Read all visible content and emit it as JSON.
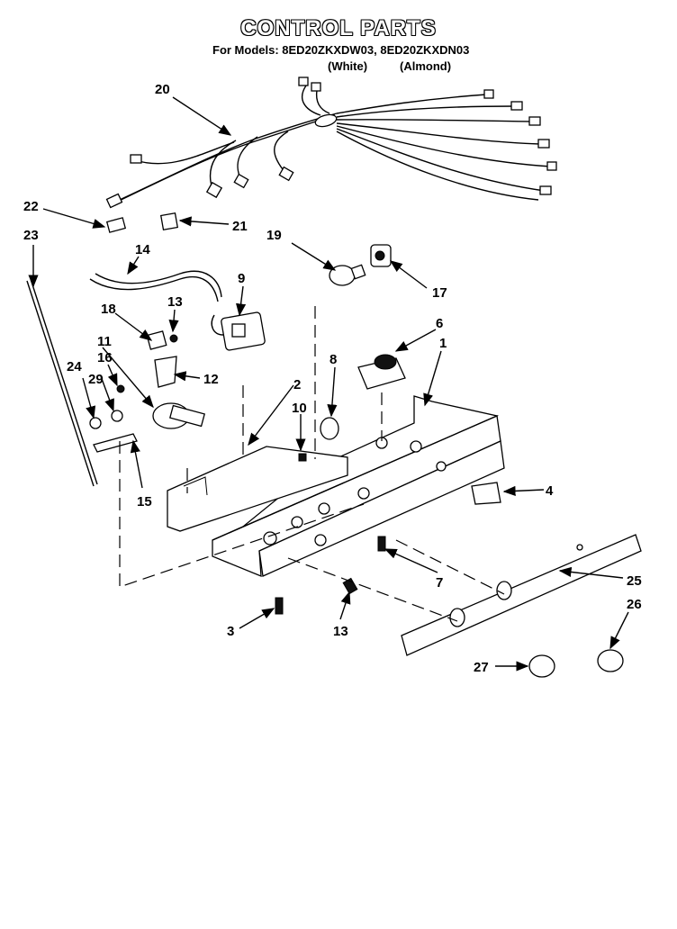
{
  "header": {
    "title": "CONTROL PARTS",
    "models_line": "For Models: 8ED20ZKXDW03, 8ED20ZKXDN03",
    "variant_white": "(White)",
    "variant_almond": "(Almond)"
  },
  "callouts": {
    "c1": "1",
    "c2": "2",
    "c3": "3",
    "c4": "4",
    "c6": "6",
    "c7": "7",
    "c8": "8",
    "c9": "9",
    "c10": "10",
    "c11": "11",
    "c12": "12",
    "c13a": "13",
    "c13b": "13",
    "c14": "14",
    "c15": "15",
    "c16": "16",
    "c17": "17",
    "c18": "18",
    "c19": "19",
    "c20": "20",
    "c21": "21",
    "c22": "22",
    "c23": "23",
    "c24": "24",
    "c25": "25",
    "c26": "26",
    "c27": "27",
    "c29": "29"
  }
}
